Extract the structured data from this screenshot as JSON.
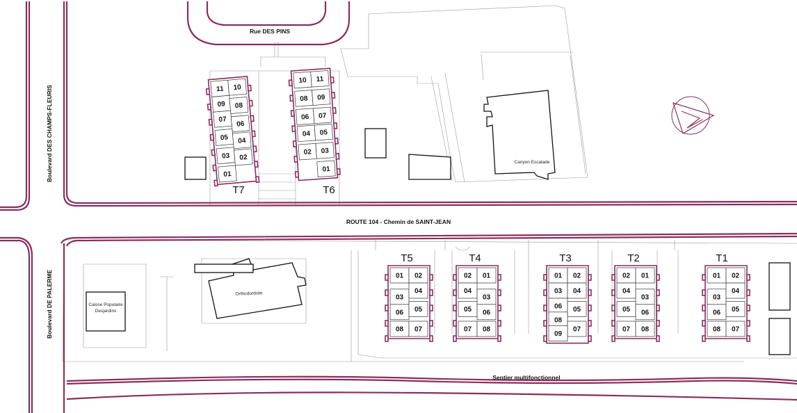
{
  "roads": {
    "rue_des_pins": "Rue DES PINS",
    "route_104": "ROUTE 104 - Chemin de SAINT-JEAN",
    "boul_champs_fleuris": "Boulevard DES CHAMPS-FLEURIS",
    "boul_palerme": "Boulevard DE PALERME",
    "sentier": "Sentier multifonctionnel"
  },
  "buildings": {
    "canyon": "Canyon Escalade",
    "orthodontiste": "Orthodontiste",
    "caisse_line1": "Caisse Populaire",
    "caisse_line2": "Desjardins"
  },
  "towers": [
    {
      "name": "T7",
      "units": [
        "11",
        "10",
        "09",
        "08",
        "07",
        "06",
        "05",
        "04",
        "03",
        "02",
        "01"
      ]
    },
    {
      "name": "T6",
      "units": [
        "10",
        "11",
        "08",
        "09",
        "06",
        "07",
        "04",
        "05",
        "02",
        "03",
        "01"
      ]
    },
    {
      "name": "T5",
      "units": [
        "01",
        "02",
        "03",
        "04",
        "06",
        "05",
        "08",
        "07"
      ]
    },
    {
      "name": "T4",
      "units": [
        "02",
        "01",
        "04",
        "03",
        "05",
        "06",
        "07",
        "08"
      ]
    },
    {
      "name": "T3",
      "units": [
        "01",
        "02",
        "03",
        "04",
        "06",
        "05",
        "08",
        "07",
        "09"
      ]
    },
    {
      "name": "T2",
      "units": [
        "02",
        "01",
        "04",
        "03",
        "05",
        "06",
        "07",
        "08"
      ]
    },
    {
      "name": "T1",
      "units": [
        "01",
        "02",
        "03",
        "04",
        "06",
        "05",
        "08",
        "07"
      ]
    }
  ],
  "compass": "north-arrow-icon"
}
